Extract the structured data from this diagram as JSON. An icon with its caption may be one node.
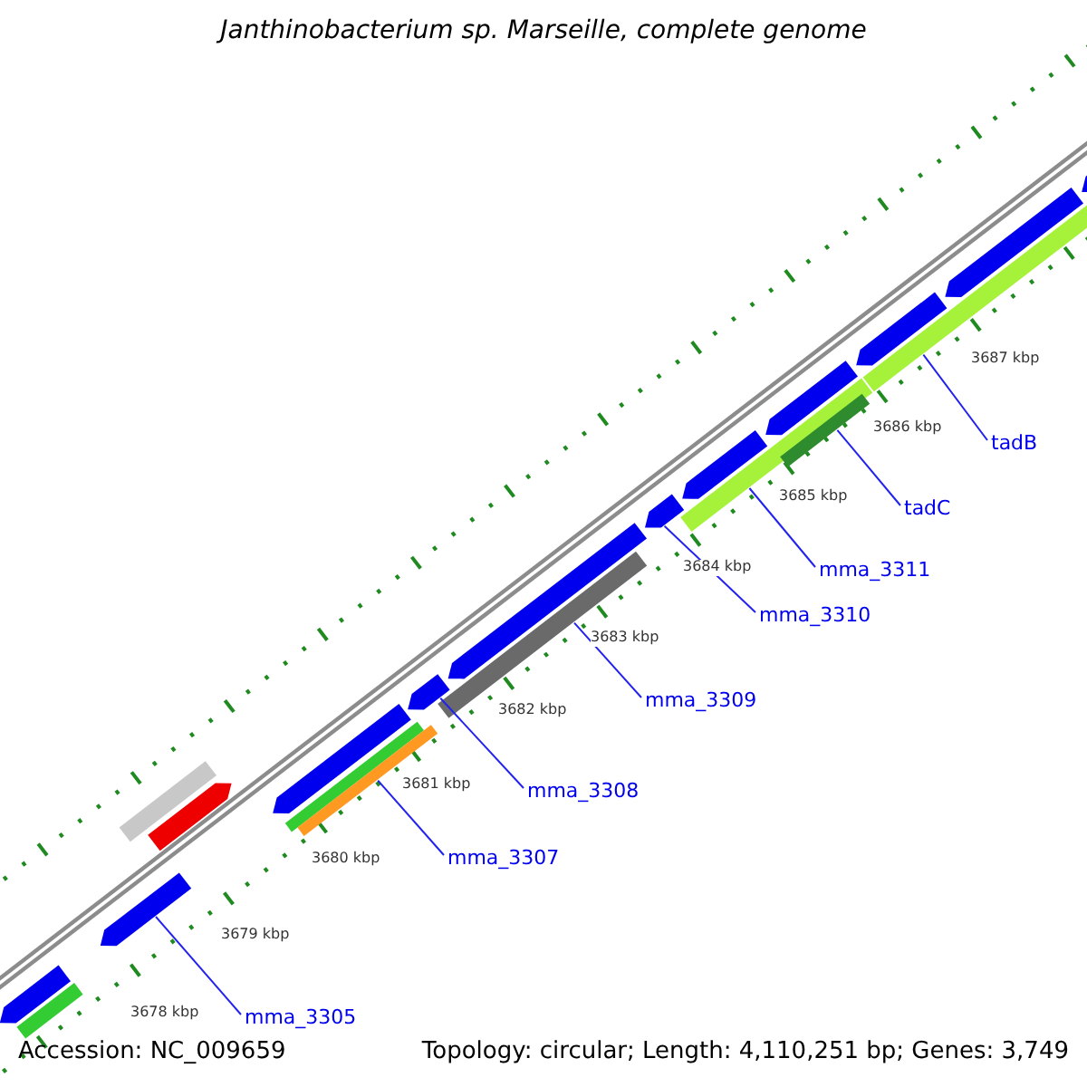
{
  "diagram": {
    "title": "Janthinobacterium sp. Marseille, complete genome",
    "nodes": [
      {
        "text": [
          "mma_3305"
        ]
      },
      {
        "text": [
          "mma_3307"
        ]
      },
      {
        "text": [
          "mma_3308"
        ]
      },
      {
        "text": [
          "mma_3309"
        ]
      },
      {
        "text": [
          "mma_3310"
        ]
      },
      {
        "text": [
          "mma_3311"
        ]
      },
      {
        "text": [
          "tadC"
        ]
      },
      {
        "text": [
          "tadB"
        ]
      },
      {
        "text": [],
        "shape": "arrow"
      },
      {
        "text": [],
        "shape": "bar"
      },
      {
        "text": [],
        "shape": "arrow"
      },
      {
        "text": [],
        "shape": "bar"
      },
      {
        "text": [],
        "shape": "arrow"
      },
      {
        "text": [],
        "shape": "arrow"
      },
      {
        "text": [],
        "shape": "bar"
      },
      {
        "text": [],
        "shape": "bar"
      },
      {
        "text": [],
        "shape": "arrow"
      },
      {
        "text": [],
        "shape": "bar"
      },
      {
        "text": [],
        "shape": "arrow"
      },
      {
        "text": [],
        "shape": "arrow"
      },
      {
        "text": [],
        "shape": "bar"
      },
      {
        "text": [],
        "shape": "arrow"
      },
      {
        "text": [],
        "shape": "bar"
      },
      {
        "text": [],
        "shape": "arrow"
      },
      {
        "text": [],
        "shape": "bar"
      },
      {
        "text": [],
        "shape": "arrow"
      },
      {
        "text": [],
        "shape": "arrow"
      },
      {
        "text": [],
        "shape": "arrow"
      }
    ],
    "edges": [
      {
        "from": 0,
        "to": 10,
        "arrow": "none"
      },
      {
        "from": 1,
        "to": 15,
        "arrow": "none"
      },
      {
        "from": 2,
        "to": 16,
        "arrow": "none"
      },
      {
        "from": 3,
        "to": 17,
        "arrow": "none"
      },
      {
        "from": 4,
        "to": 19,
        "arrow": "none"
      },
      {
        "from": 5,
        "to": 20,
        "arrow": "none"
      },
      {
        "from": 6,
        "to": 22,
        "arrow": "none"
      },
      {
        "from": 7,
        "to": 24,
        "arrow": "none"
      }
    ],
    "labels": [
      "3687 kbp",
      "3686 kbp",
      "3685 kbp",
      "3684 kbp",
      "3683 kbp",
      "3682 kbp",
      "3681 kbp",
      "3680 kbp",
      "3679 kbp",
      "3678 kbp",
      "Accession: NC_009659",
      "Topology: circular; Length: 4,110,251 bp; Genes: 3,749"
    ]
  }
}
